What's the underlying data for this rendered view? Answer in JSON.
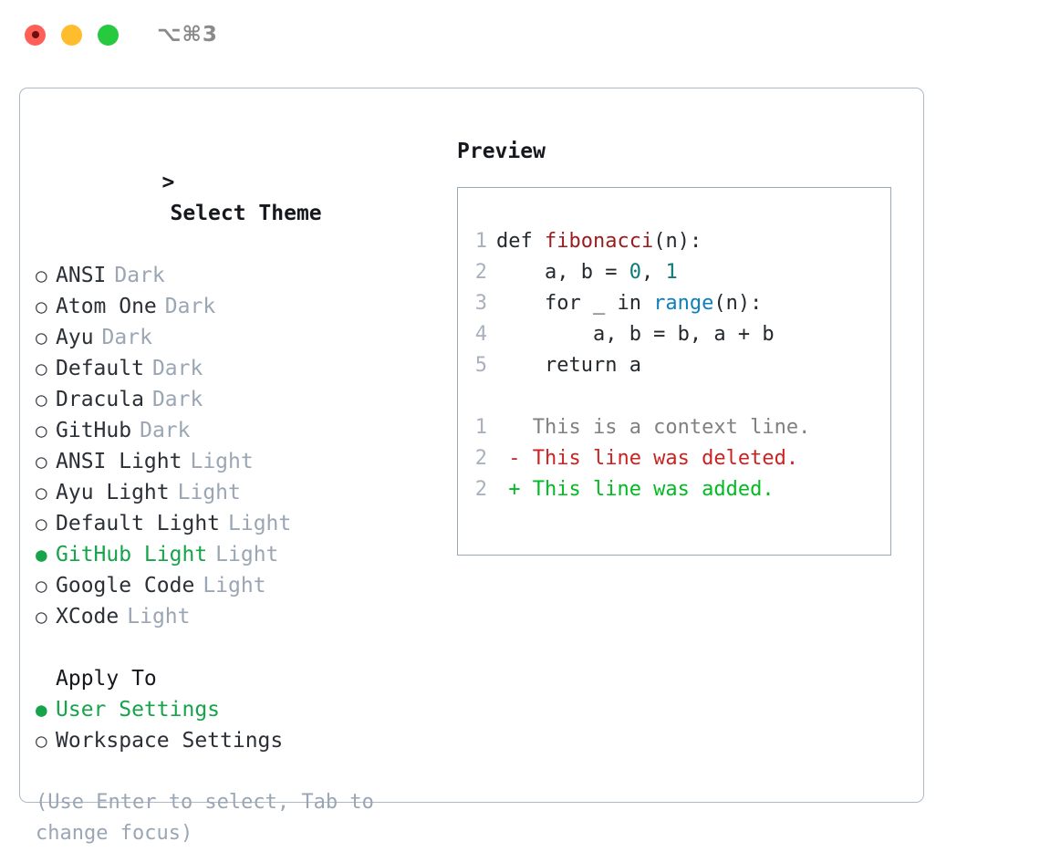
{
  "titlebar": {
    "shortcut": "⌥⌘3",
    "buttons": [
      {
        "name": "close",
        "color": "#ff5f56"
      },
      {
        "name": "minimize",
        "color": "#ffbd2e"
      },
      {
        "name": "maximize",
        "color": "#27c93f"
      }
    ]
  },
  "theme_list": {
    "header_caret": ">",
    "header": "Select Theme",
    "selected_index": 9,
    "items": [
      {
        "bullet": "○",
        "label": "ANSI",
        "tag": "Dark",
        "selected": false
      },
      {
        "bullet": "○",
        "label": "Atom One",
        "tag": "Dark",
        "selected": false
      },
      {
        "bullet": "○",
        "label": "Ayu",
        "tag": "Dark",
        "selected": false
      },
      {
        "bullet": "○",
        "label": "Default",
        "tag": "Dark",
        "selected": false
      },
      {
        "bullet": "○",
        "label": "Dracula",
        "tag": "Dark",
        "selected": false
      },
      {
        "bullet": "○",
        "label": "GitHub",
        "tag": "Dark",
        "selected": false
      },
      {
        "bullet": "○",
        "label": "ANSI Light",
        "tag": "Light",
        "selected": false
      },
      {
        "bullet": "○",
        "label": "Ayu Light",
        "tag": "Light",
        "selected": false
      },
      {
        "bullet": "○",
        "label": "Default Light",
        "tag": "Light",
        "selected": false
      },
      {
        "bullet": "●",
        "label": "GitHub Light",
        "tag": "Light",
        "selected": true
      },
      {
        "bullet": "○",
        "label": "Google Code",
        "tag": "Light",
        "selected": false
      },
      {
        "bullet": "○",
        "label": "XCode",
        "tag": "Light",
        "selected": false
      }
    ]
  },
  "apply_to": {
    "header": "Apply To",
    "selected_index": 0,
    "items": [
      {
        "bullet": "●",
        "label": "User Settings",
        "selected": true
      },
      {
        "bullet": "○",
        "label": "Workspace Settings",
        "selected": false
      }
    ]
  },
  "hint": "(Use Enter to select, Tab to change focus)",
  "preview": {
    "title": "Preview",
    "code_lines": [
      {
        "no": "1",
        "tokens": [
          {
            "t": "def ",
            "c": "tok-def"
          },
          {
            "t": "fibonacci",
            "c": "tok-fn"
          },
          {
            "t": "(n):",
            "c": "tok-plain"
          }
        ]
      },
      {
        "no": "2",
        "tokens": [
          {
            "t": "    a, b = ",
            "c": "tok-plain"
          },
          {
            "t": "0",
            "c": "tok-num"
          },
          {
            "t": ", ",
            "c": "tok-plain"
          },
          {
            "t": "1",
            "c": "tok-num"
          }
        ]
      },
      {
        "no": "3",
        "tokens": [
          {
            "t": "    for _ in ",
            "c": "tok-plain"
          },
          {
            "t": "range",
            "c": "tok-call"
          },
          {
            "t": "(n):",
            "c": "tok-plain"
          }
        ]
      },
      {
        "no": "4",
        "tokens": [
          {
            "t": "        a, b = b, a + b",
            "c": "tok-plain"
          }
        ]
      },
      {
        "no": "5",
        "tokens": [
          {
            "t": "    return a",
            "c": "tok-plain"
          }
        ]
      }
    ],
    "diff_lines": [
      {
        "no": "1",
        "marker": " ",
        "text": "This is a context line.",
        "kind": "diff-ctx"
      },
      {
        "no": "2",
        "marker": "-",
        "text": "This line was deleted.",
        "kind": "diff-del"
      },
      {
        "no": "2",
        "marker": "+",
        "text": "This line was added.",
        "kind": "diff-add"
      }
    ]
  },
  "colors": {
    "accent_green": "#16a34a",
    "diff_add": "#00bb22",
    "diff_del": "#cc2222",
    "function_name": "#9b1c1c",
    "number": "#0b7a78",
    "builtin_call": "#0c7fbd",
    "muted": "#9aa6b4",
    "border": "#aeb8c6"
  }
}
